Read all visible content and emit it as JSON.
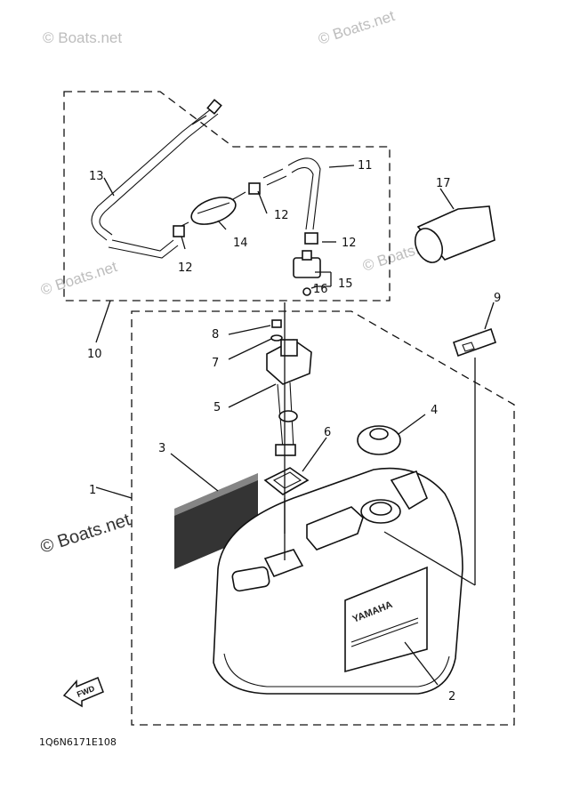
{
  "watermarks": {
    "top_left": "© Boats.net",
    "top_right": "© Boats.net",
    "mid_left": "© Boats.net",
    "mid_right": "© Boats.net",
    "main": "© Boats.net"
  },
  "callouts": {
    "c1": "1",
    "c2": "2",
    "c3": "3",
    "c4": "4",
    "c5": "5",
    "c6": "6",
    "c7": "7",
    "c8": "8",
    "c9": "9",
    "c10": "10",
    "c11": "11",
    "c12a": "12",
    "c12b": "12",
    "c12c": "12",
    "c13": "13",
    "c14": "14",
    "c15": "15",
    "c16": "16",
    "c17": "17"
  },
  "tank_brand": "YAMAHA",
  "fwd_label": "FWD",
  "diagram_code": "1Q6N6171E108"
}
